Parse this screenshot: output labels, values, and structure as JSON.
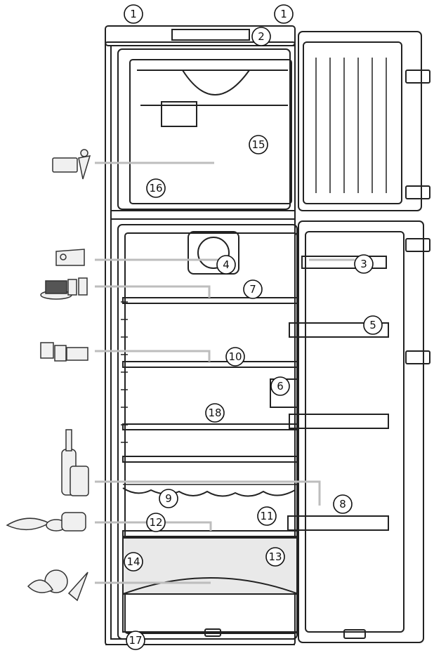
{
  "diagram": {
    "callouts": [
      {
        "id": "c1a",
        "label": "1"
      },
      {
        "id": "c1b",
        "label": "1"
      },
      {
        "id": "c2",
        "label": "2"
      },
      {
        "id": "c3",
        "label": "3"
      },
      {
        "id": "c4",
        "label": "4"
      },
      {
        "id": "c5",
        "label": "5"
      },
      {
        "id": "c6",
        "label": "6"
      },
      {
        "id": "c7",
        "label": "7"
      },
      {
        "id": "c8",
        "label": "8"
      },
      {
        "id": "c9",
        "label": "9"
      },
      {
        "id": "c10",
        "label": "10"
      },
      {
        "id": "c11",
        "label": "11"
      },
      {
        "id": "c12",
        "label": "12"
      },
      {
        "id": "c13",
        "label": "13"
      },
      {
        "id": "c14",
        "label": "14"
      },
      {
        "id": "c15",
        "label": "15"
      },
      {
        "id": "c16",
        "label": "16"
      },
      {
        "id": "c17",
        "label": "17"
      },
      {
        "id": "c18",
        "label": "18"
      }
    ],
    "food_icons": [
      "ice-cream-icon",
      "cheese-icon",
      "cake-icon",
      "jars-icon",
      "bottles-icon",
      "fish-icon",
      "vegetables-icon"
    ],
    "colors": {
      "line": "#222222",
      "leader": "#bdbdbd",
      "glass": "#e6e6e6",
      "panel": "#f4f4f4"
    }
  }
}
